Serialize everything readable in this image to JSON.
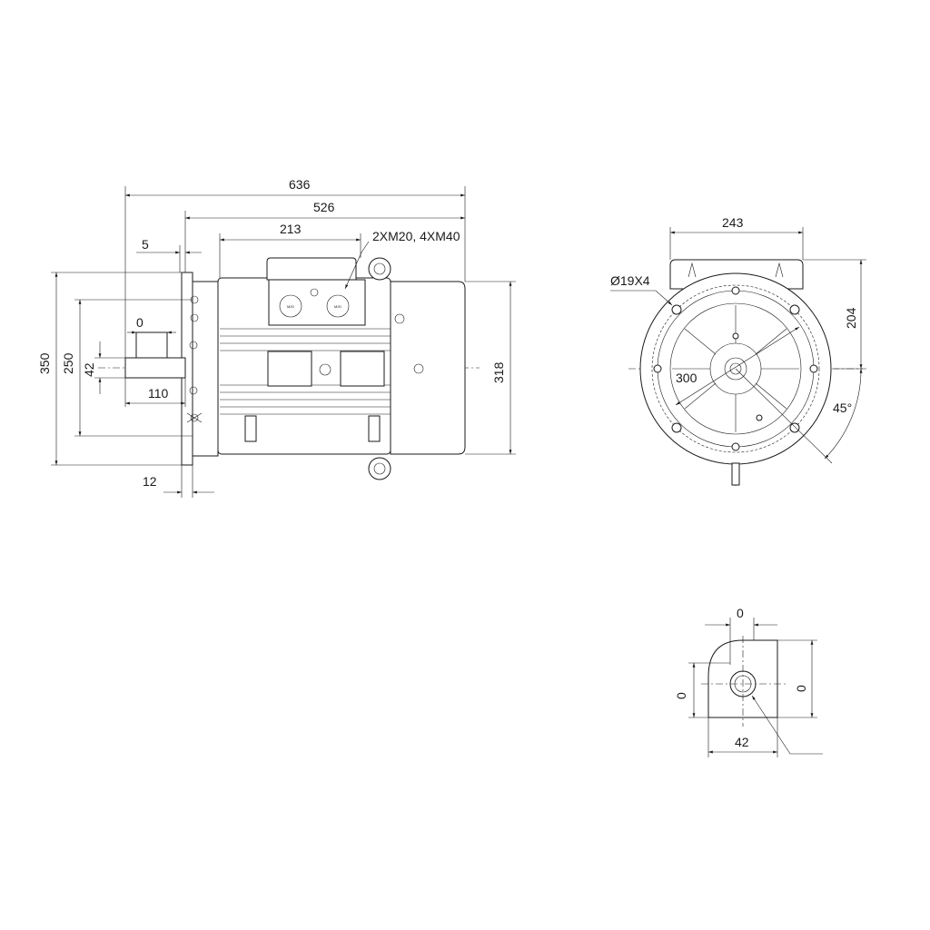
{
  "side_view": {
    "dim_overall_length": "636",
    "dim_body_length": "526",
    "dim_terminal_box": "213",
    "dim_flange_offset": "5",
    "dim_shaft_key": "0",
    "dim_shaft_length": "110",
    "dim_flange_thickness": "12",
    "dim_flange_dia": "350",
    "dim_spigot_dia": "250",
    "dim_shaft_dia": "42",
    "dim_height": "318",
    "cable_entries": "2XM20, 4XM40"
  },
  "front_view": {
    "dim_width": "243",
    "dim_hole_spec": "Ø19X4",
    "dim_pcd": "300",
    "dim_center_height": "204",
    "dim_angle": "45°"
  },
  "shaft_end_view": {
    "dim_key_width": "0",
    "dim_left_height": "0",
    "dim_right_height": "0",
    "dim_shaft_dia": "42"
  }
}
